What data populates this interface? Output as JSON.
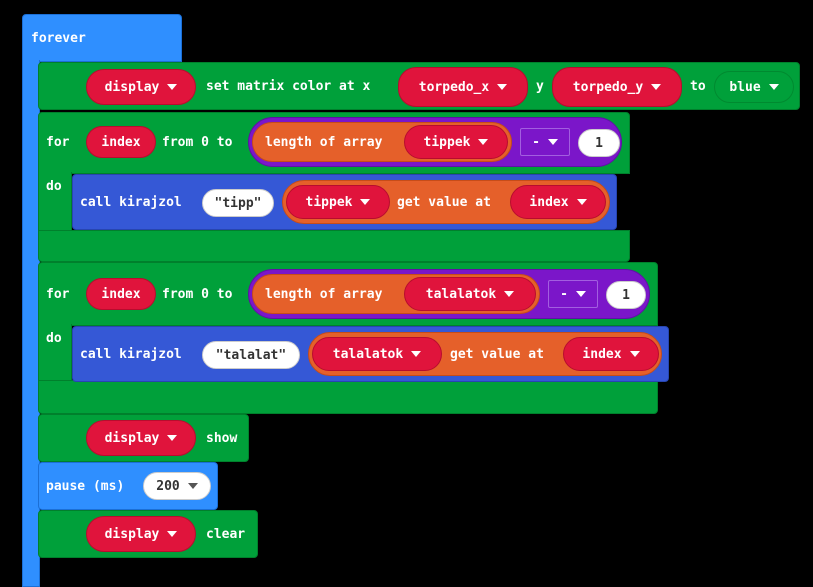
{
  "forever": {
    "label": "forever"
  },
  "set_color": {
    "display": "display",
    "text": "set matrix color at x",
    "x": "torpedo_x",
    "y_label": "y",
    "y": "torpedo_y",
    "to_label": "to",
    "color": "blue"
  },
  "for1": {
    "for": "for",
    "var": "index",
    "from": "from 0 to",
    "length_of_array": "length of array",
    "array": "tippek",
    "op": "-",
    "num": "1",
    "do": "do"
  },
  "call1": {
    "call": "call kirajzol",
    "str": "tipp",
    "array": "tippek",
    "get_value": "get value at",
    "index": "index"
  },
  "for2": {
    "for": "for",
    "var": "index",
    "from": "from 0 to",
    "length_of_array": "length of array",
    "array": "talalatok",
    "op": "-",
    "num": "1",
    "do": "do"
  },
  "call2": {
    "call": "call kirajzol",
    "str": "talalat",
    "array": "talalatok",
    "get_value": "get value at",
    "index": "index"
  },
  "show": {
    "display": "display",
    "text": "show"
  },
  "pause": {
    "label": "pause (ms)",
    "value": "200"
  },
  "clear": {
    "display": "display",
    "text": "clear"
  }
}
